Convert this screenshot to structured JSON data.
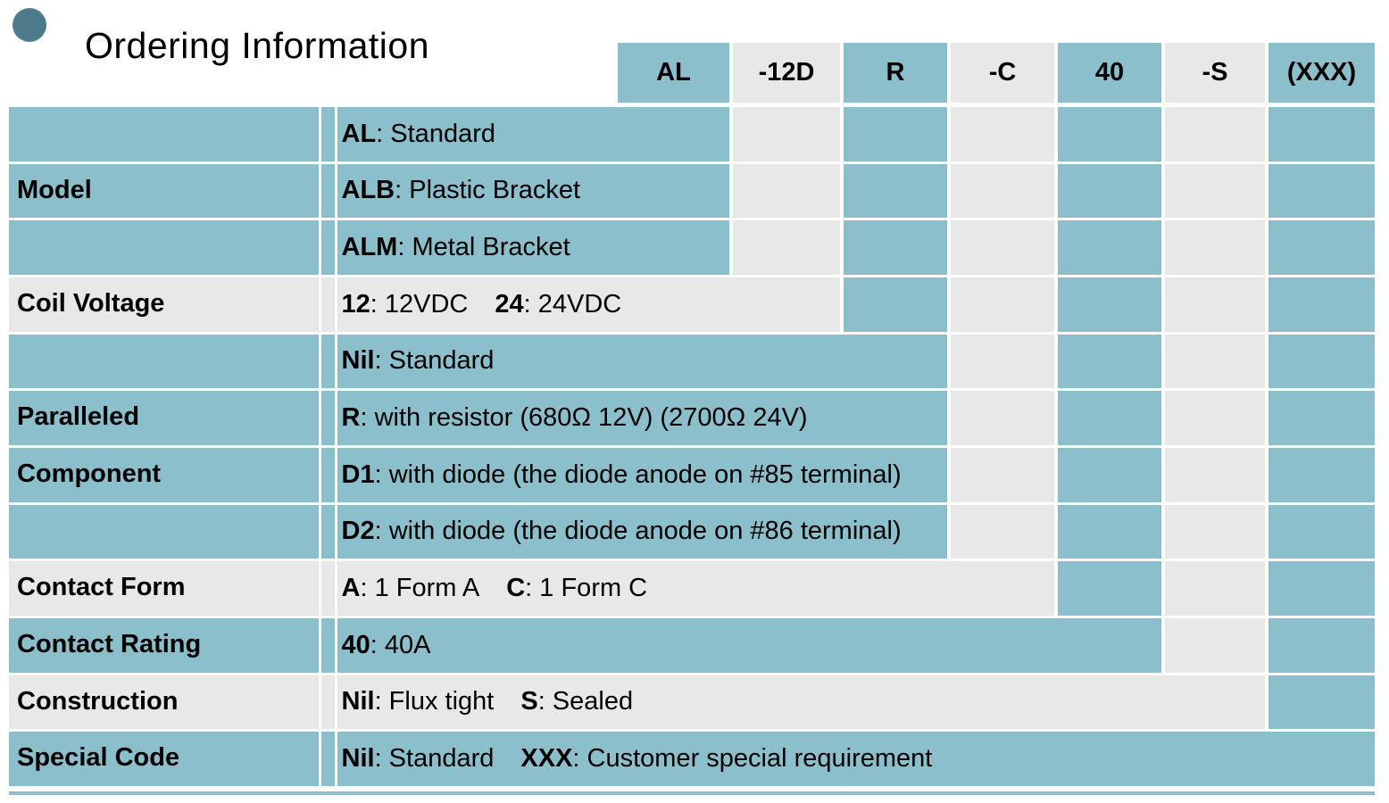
{
  "section": {
    "title": "Ordering Information"
  },
  "part_number_header": {
    "segments": [
      "AL",
      "-12D",
      "R",
      "-C",
      "40",
      "-S",
      "(XXX)"
    ]
  },
  "table": {
    "separator": ": ",
    "groups": [
      {
        "label": "Model",
        "options": [
          [
            {
              "code": "AL",
              "text": "Standard"
            }
          ],
          [
            {
              "code": "ALB",
              "text": "Plastic Bracket"
            }
          ],
          [
            {
              "code": "ALM",
              "text": "Metal Bracket"
            }
          ]
        ]
      },
      {
        "label": "Coil Voltage",
        "options": [
          [
            {
              "code": "12",
              "text": "12VDC"
            },
            {
              "code": "24",
              "text": "24VDC"
            }
          ]
        ]
      },
      {
        "label": "Paralleled Component",
        "label_lines": [
          "Paralleled",
          "Component"
        ],
        "options": [
          [
            {
              "code": "Nil",
              "text": "Standard"
            }
          ],
          [
            {
              "code": "R",
              "text": "with resistor (680Ω 12V) (2700Ω 24V)"
            }
          ],
          [
            {
              "code": "D1",
              "text": "with diode (the diode anode on #85 terminal)"
            }
          ],
          [
            {
              "code": "D2",
              "text": "with diode (the diode anode on #86 terminal)"
            }
          ]
        ]
      },
      {
        "label": "Contact Form",
        "options": [
          [
            {
              "code": "A",
              "text": "1 Form A"
            },
            {
              "code": "C",
              "text": "1 Form C"
            }
          ]
        ]
      },
      {
        "label": "Contact Rating",
        "options": [
          [
            {
              "code": "40",
              "text": "40A"
            }
          ]
        ]
      },
      {
        "label": "Construction",
        "options": [
          [
            {
              "code": "Nil",
              "text": "Flux tight"
            },
            {
              "code": "S",
              "text": "Sealed"
            }
          ]
        ]
      },
      {
        "label": "Special Code",
        "options": [
          [
            {
              "code": "Nil",
              "text": "Standard"
            },
            {
              "code": "XXX",
              "text": "Customer special requirement"
            }
          ]
        ]
      }
    ]
  },
  "colors": {
    "teal": "#8BBFCC",
    "gray": "#E8E8E8",
    "bullet": "#4E7B8B",
    "text": "#000000"
  }
}
